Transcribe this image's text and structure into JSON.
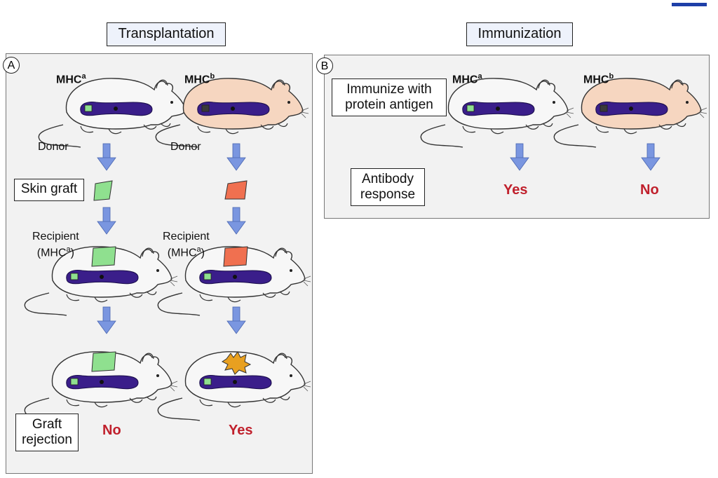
{
  "section_titles": {
    "transplantation": "Transplantation",
    "immunization": "Immunization"
  },
  "panel_a": {
    "letter": "A",
    "mhc_donor_a": {
      "base": "MHC",
      "sup": "a"
    },
    "mhc_donor_b": {
      "base": "MHC",
      "sup": "b"
    },
    "donor_left": "Donor",
    "donor_right": "Donor",
    "skin_graft": "Skin graft",
    "recipient_left": {
      "line1": "Recipient",
      "line2_base": "(MHC",
      "line2_sup": "a",
      "line2_end": ")"
    },
    "recipient_right": {
      "line1": "Recipient",
      "line2_base": "(MHC",
      "line2_sup": "a",
      "line2_end": ")"
    },
    "graft_rejection": {
      "line1": "Graft",
      "line2": "rejection"
    },
    "answer_left": "No",
    "answer_right": "Yes"
  },
  "panel_b": {
    "letter": "B",
    "immunize": {
      "line1": "Immunize with",
      "line2": "protein antigen"
    },
    "mhc_a": {
      "base": "MHC",
      "sup": "a"
    },
    "mhc_b": {
      "base": "MHC",
      "sup": "b"
    },
    "antibody": {
      "line1": "Antibody",
      "line2": "response"
    },
    "answer_left": "Yes",
    "answer_right": "No"
  },
  "colors": {
    "white_mouse": "#f7f7f7",
    "tan_mouse": "#f6d6c0",
    "chromosome": "#3a1e8a",
    "green_graft": "#8fe08f",
    "orange_graft": "#f07050",
    "rejected_graft": "#e8a020",
    "arrow": "#7a96e0",
    "answer": "#c0202c"
  }
}
